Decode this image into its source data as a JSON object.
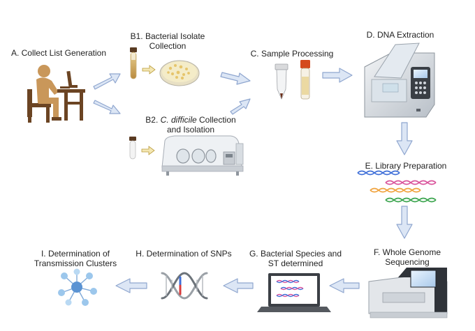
{
  "steps": {
    "a": {
      "label": "A. Collect List Generation"
    },
    "b1": {
      "line1": "B1. Bacterial Isolate",
      "line2": "Collection"
    },
    "b2": {
      "prefix": "B2. ",
      "italic": "C. difficile",
      "suffix": " Collection",
      "line2": "and Isolation"
    },
    "c": {
      "label": "C. Sample Processing"
    },
    "d": {
      "label": "D. DNA Extraction"
    },
    "e": {
      "label": "E. Library Preparation"
    },
    "f": {
      "line1": "F. Whole Genome",
      "line2": "Sequencing"
    },
    "g": {
      "line1": "G. Bacterial Species and",
      "line2": "ST determined"
    },
    "h": {
      "label": "H. Determination of SNPs"
    },
    "i": {
      "line1": "I. Determination of",
      "line2": "Transmission Clusters"
    }
  },
  "icons": [
    "person-at-computer-icon",
    "culture-tube-icon",
    "petri-dish-icon",
    "anaerobic-chamber-icon",
    "sample-tubes-icon",
    "dna-extraction-machine-icon",
    "dna-strands-icon",
    "sequencer-icon",
    "laptop-icon",
    "snp-helix-icon",
    "cluster-network-icon"
  ],
  "colors": {
    "arrow_fill": "#dce6f5",
    "arrow_stroke": "#8fa6cf",
    "person": "#c9975a",
    "furniture": "#6b4423",
    "dna_blue": "#3f6fd8",
    "dna_pink": "#d9539b",
    "dna_orange": "#f0a23c",
    "dna_green": "#3aa44d",
    "network_node": "#9cc7ec",
    "network_center": "#5b93d3"
  }
}
